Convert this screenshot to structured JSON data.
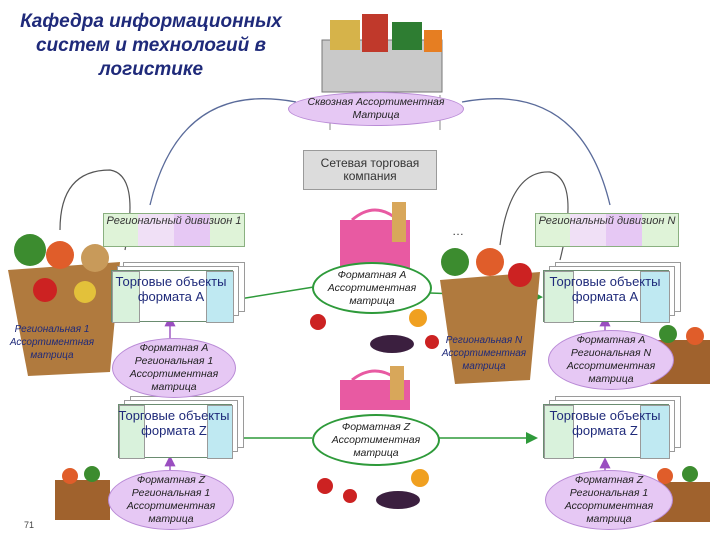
{
  "title": "Кафедра информационных систем и технологий в логистике",
  "top_matrix": "Сквозная Ассортиментная Матрица",
  "company": "Сетевая торговая компания",
  "division_1": "Региональный дивизион 1",
  "division_n": "Региональный дивизион N",
  "dots": "…",
  "objects_a_left": "Торговые объекты формата А",
  "objects_a_right": "Торговые объекты формата А",
  "objects_z_left": "Торговые объекты формата Z",
  "objects_z_right": "Торговые объекты формата Z",
  "format_a_matrix": "Форматная А Ассортиментная матрица",
  "format_z_matrix": "Форматная Z Ассортиментная матрица",
  "regional_1_matrix": "Региональная 1 Ассортиментная матрица",
  "regional_n_matrix": "Региональная N Ассортиментная матрица",
  "format_a_regional_1": "Форматная А Региональная 1 Ассортиментная матрица",
  "format_a_regional_n": "Форматная А Региональная N Ассортиментная матрица",
  "format_z_regional_1_left": "Форматная Z Региональная 1 Ассортиментная матрица",
  "format_z_regional_1_right": "Форматная Z Региональная 1 Ассортиментная матрица",
  "page_number": "71",
  "colors": {
    "title": "#1f2a7a",
    "oval": "#e6c8f4",
    "arrow": "#2e9a3a",
    "curve": "#5a6b9a"
  }
}
